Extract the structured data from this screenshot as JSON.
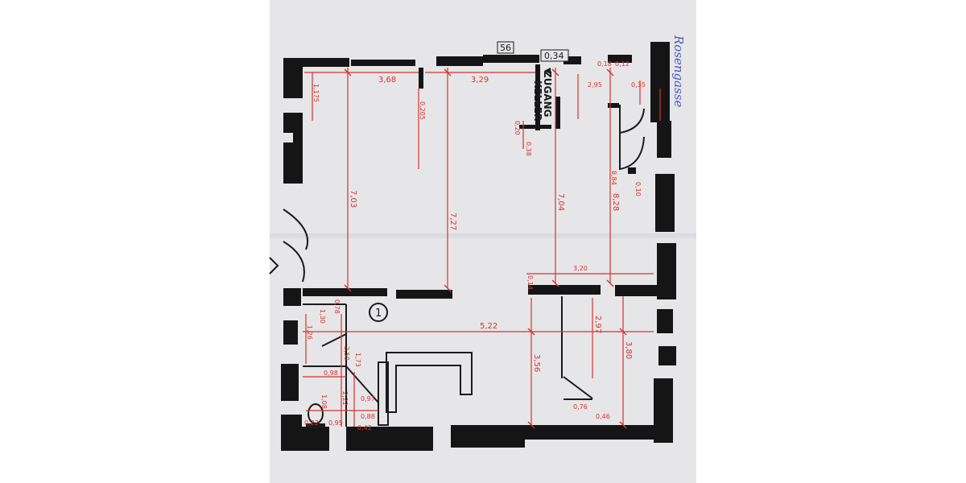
{
  "plan": {
    "street_name": "Rosengasse",
    "access_label_line1": "ZUGANG",
    "access_label_line2": "KELLER",
    "level_marker": "0,34",
    "sheet_number": "56",
    "stair_marker": "1"
  },
  "dimensions": {
    "d_368": "3,68",
    "d_329": "3,29",
    "d_703": "7,03",
    "d_727": "7,27",
    "d_704": "7,04",
    "d_828": "8,28",
    "d_522": "5,22",
    "d_356": "3,56",
    "d_297": "2,97",
    "d_380": "3,80",
    "d_1175": "1,175",
    "d_0205": "0,205",
    "d_295": "2,95",
    "d_320": "3,20",
    "d_038": "0,38",
    "d_020": "0,20",
    "d_884": "8,84",
    "d_126": "1,26",
    "d_130": "1,30",
    "d_250": "2,50",
    "d_173": "1,73",
    "d_222": "2,22",
    "d_078": "0,78",
    "d_098": "0,98",
    "d_097": "0,97",
    "d_088": "0,88",
    "d_095": "0,95",
    "d_020b": "0,20",
    "d_022": "0,22",
    "d_108": "1,08",
    "d_076": "0,76",
    "d_046": "0,46",
    "d_042": "0,42",
    "d_014": "0,14",
    "d_010": "0,10",
    "d_012": "0,12",
    "d_018": "0,18",
    "d_035": "0,35"
  }
}
